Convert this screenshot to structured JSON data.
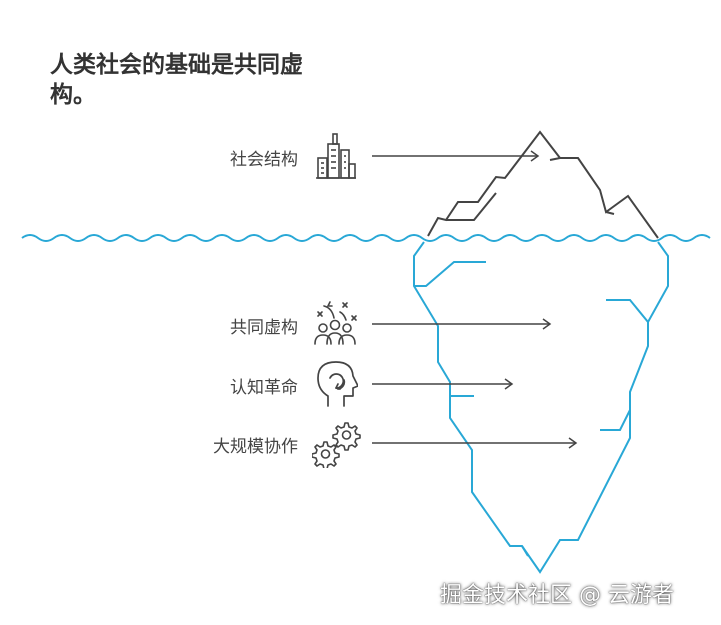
{
  "title": "人类社会的基础是共同虚构。",
  "items": [
    {
      "label": "社会结构",
      "icon": "city-buildings-icon"
    },
    {
      "label": "共同虚构",
      "icon": "group-ideas-icon"
    },
    {
      "label": "认知革命",
      "icon": "brain-head-icon"
    },
    {
      "label": "大规模协作",
      "icon": "gears-icon"
    }
  ],
  "watermark": "掘金技术社区 @ 云游者",
  "colors": {
    "water": "#29a8d6",
    "iceberg_outline": "#444444",
    "text": "#444444"
  }
}
